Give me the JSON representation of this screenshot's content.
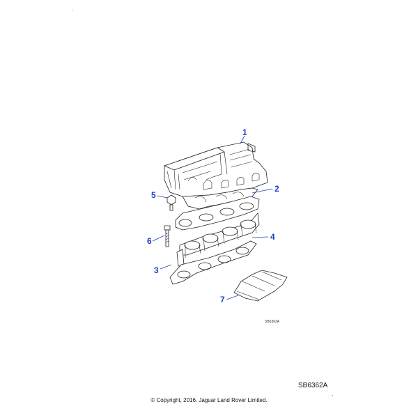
{
  "callouts": [
    {
      "label": "1"
    },
    {
      "label": "2"
    },
    {
      "label": "3"
    },
    {
      "label": "4"
    },
    {
      "label": "5"
    },
    {
      "label": "6"
    },
    {
      "label": "7"
    }
  ],
  "drawing_code": "SB6362A",
  "reference_code": "SB6362A",
  "copyright": "© Copyright, 2016. Jaguar Land Rover Limited.",
  "colors": {
    "callout": "#1f3fbf",
    "line": "#222222"
  }
}
